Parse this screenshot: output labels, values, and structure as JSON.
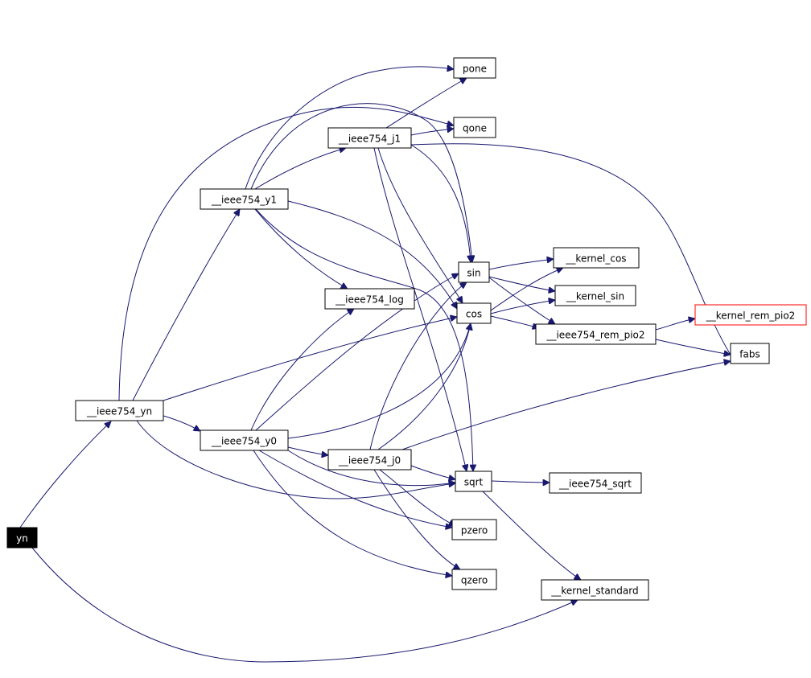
{
  "graph": {
    "edge_color": "#191970",
    "root_fill": "#000000",
    "highlight_stroke": "#ff0000",
    "nodes": [
      {
        "id": "yn",
        "label": "yn",
        "style": "root"
      },
      {
        "id": "ieee754_yn",
        "label": "__ieee754_yn"
      },
      {
        "id": "ieee754_y1",
        "label": "__ieee754_y1"
      },
      {
        "id": "ieee754_y0",
        "label": "__ieee754_y0"
      },
      {
        "id": "ieee754_j1",
        "label": "__ieee754_j1"
      },
      {
        "id": "ieee754_j0",
        "label": "__ieee754_j0"
      },
      {
        "id": "ieee754_log",
        "label": "__ieee754_log"
      },
      {
        "id": "pone",
        "label": "pone"
      },
      {
        "id": "qone",
        "label": "qone"
      },
      {
        "id": "sin",
        "label": "sin"
      },
      {
        "id": "cos",
        "label": "cos"
      },
      {
        "id": "sqrt",
        "label": "sqrt"
      },
      {
        "id": "pzero",
        "label": "pzero"
      },
      {
        "id": "qzero",
        "label": "qzero"
      },
      {
        "id": "kernel_cos",
        "label": "__kernel_cos"
      },
      {
        "id": "kernel_sin",
        "label": "__kernel_sin"
      },
      {
        "id": "ieee754_rem_pio2",
        "label": "__ieee754_rem_pio2"
      },
      {
        "id": "kernel_rem_pio2",
        "label": "__kernel_rem_pio2",
        "style": "highlight"
      },
      {
        "id": "fabs",
        "label": "fabs"
      },
      {
        "id": "ieee754_sqrt",
        "label": "__ieee754_sqrt"
      },
      {
        "id": "kernel_standard",
        "label": "__kernel_standard"
      }
    ],
    "edges": [
      {
        "from": "yn",
        "to": "ieee754_yn"
      },
      {
        "from": "yn",
        "to": "kernel_standard"
      },
      {
        "from": "ieee754_yn",
        "to": "ieee754_y1"
      },
      {
        "from": "ieee754_yn",
        "to": "ieee754_y0"
      },
      {
        "from": "ieee754_yn",
        "to": "qone"
      },
      {
        "from": "ieee754_yn",
        "to": "cos"
      },
      {
        "from": "ieee754_yn",
        "to": "sqrt"
      },
      {
        "from": "ieee754_y1",
        "to": "ieee754_j1"
      },
      {
        "from": "ieee754_y1",
        "to": "pone"
      },
      {
        "from": "ieee754_y1",
        "to": "sin"
      },
      {
        "from": "ieee754_y1",
        "to": "ieee754_log"
      },
      {
        "from": "ieee754_y1",
        "to": "cos"
      },
      {
        "from": "ieee754_y1",
        "to": "sqrt"
      },
      {
        "from": "ieee754_j1",
        "to": "pone"
      },
      {
        "from": "ieee754_j1",
        "to": "qone"
      },
      {
        "from": "ieee754_j1",
        "to": "fabs"
      },
      {
        "from": "ieee754_j1",
        "to": "sin"
      },
      {
        "from": "ieee754_j1",
        "to": "cos"
      },
      {
        "from": "ieee754_j1",
        "to": "sqrt"
      },
      {
        "from": "ieee754_y0",
        "to": "ieee754_j0"
      },
      {
        "from": "ieee754_y0",
        "to": "ieee754_log"
      },
      {
        "from": "ieee754_y0",
        "to": "sin"
      },
      {
        "from": "ieee754_y0",
        "to": "cos"
      },
      {
        "from": "ieee754_y0",
        "to": "sqrt"
      },
      {
        "from": "ieee754_y0",
        "to": "pzero"
      },
      {
        "from": "ieee754_y0",
        "to": "qzero"
      },
      {
        "from": "ieee754_j0",
        "to": "sin"
      },
      {
        "from": "ieee754_j0",
        "to": "cos"
      },
      {
        "from": "ieee754_j0",
        "to": "fabs"
      },
      {
        "from": "ieee754_j0",
        "to": "sqrt"
      },
      {
        "from": "ieee754_j0",
        "to": "pzero"
      },
      {
        "from": "ieee754_j0",
        "to": "qzero"
      },
      {
        "from": "sin",
        "to": "kernel_cos"
      },
      {
        "from": "sin",
        "to": "kernel_sin"
      },
      {
        "from": "sin",
        "to": "ieee754_rem_pio2"
      },
      {
        "from": "cos",
        "to": "kernel_cos"
      },
      {
        "from": "cos",
        "to": "kernel_sin"
      },
      {
        "from": "cos",
        "to": "ieee754_rem_pio2"
      },
      {
        "from": "ieee754_rem_pio2",
        "to": "kernel_rem_pio2"
      },
      {
        "from": "ieee754_rem_pio2",
        "to": "fabs"
      },
      {
        "from": "sqrt",
        "to": "ieee754_sqrt"
      },
      {
        "from": "sqrt",
        "to": "kernel_standard"
      }
    ]
  }
}
